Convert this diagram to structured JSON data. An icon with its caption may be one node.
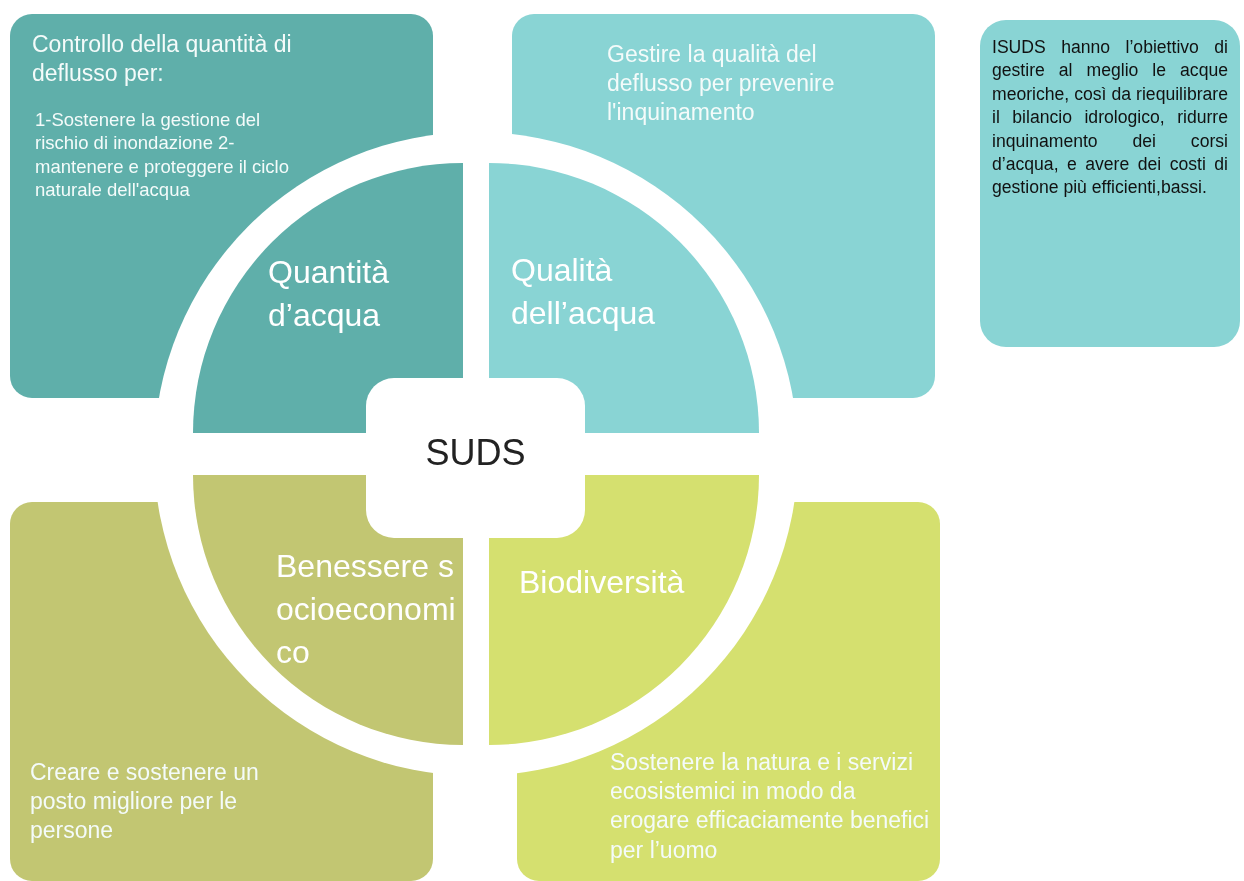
{
  "diagram": {
    "nodes": [
      {
        "text": [
          "Controllo della quantità di deflusso per:",
          "1-Sostenere la gestione del rischio di inondazione 2- mantenere e proteggere il ciclo naturale dell'acqua"
        ]
      },
      {
        "text": [
          "Gestire la qualità del deflusso per prevenire l'inquinamento"
        ]
      },
      {
        "text": [
          "ISUDS hanno l’obiettivo di gestire al meglio le acque meoriche, così da riequilibrare il bilancio idrologico, ridurre inquinamento dei corsi d’acqua, e avere dei costi di gestione più efficienti,bassi."
        ]
      },
      {
        "text": [
          "Quantità d’acqua"
        ]
      },
      {
        "text": [
          "Qualità dell’acqua"
        ]
      },
      {
        "text": [
          "SUDS"
        ]
      },
      {
        "text": [
          "Benessere socioeconomico"
        ]
      },
      {
        "text": [
          "Biodiversità"
        ]
      },
      {
        "text": [
          "Creare e sostenere un posto migliore per le persone"
        ]
      },
      {
        "text": [
          "Sostenere la natura e i servizi ecosistemici in modo da erogare efficaciamente benefici per l’uomo"
        ]
      }
    ],
    "edges": []
  }
}
